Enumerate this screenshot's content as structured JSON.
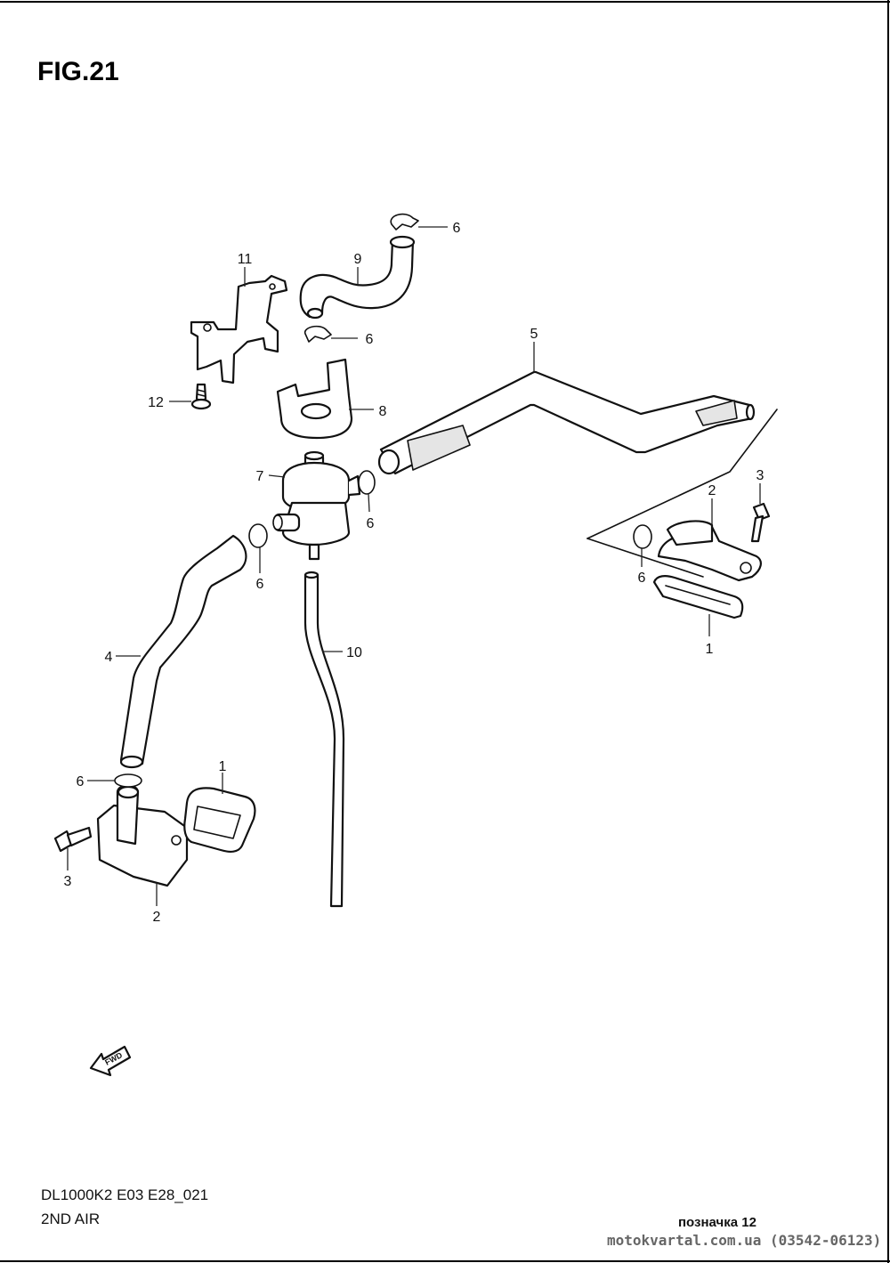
{
  "figure": {
    "title": "FIG.21"
  },
  "footer": {
    "model_code": "DL1000K2 E03 E28_021",
    "section_name": "2ND AIR",
    "marker": "позначка 12",
    "watermark": "motokvartal.com.ua (03542-06123)"
  },
  "fwd_arrow": {
    "label": "FWD",
    "icon": "fwd-arrow-icon"
  },
  "callouts": {
    "c6_top": "6",
    "c9": "9",
    "c11": "11",
    "c6_mid": "6",
    "c5": "5",
    "c12": "12",
    "c8": "8",
    "c7": "7",
    "c6_valve": "6",
    "c3_right": "3",
    "c2_right": "2",
    "c6_right": "6",
    "c1_right": "1",
    "c6_left_hose": "6",
    "c4": "4",
    "c10": "10",
    "c1_left": "1",
    "c6_left": "6",
    "c3_left": "3",
    "c2_left": "2"
  },
  "colors": {
    "line": "#111111",
    "frame": "#000000",
    "background": "#ffffff",
    "watermark": "#666666"
  }
}
